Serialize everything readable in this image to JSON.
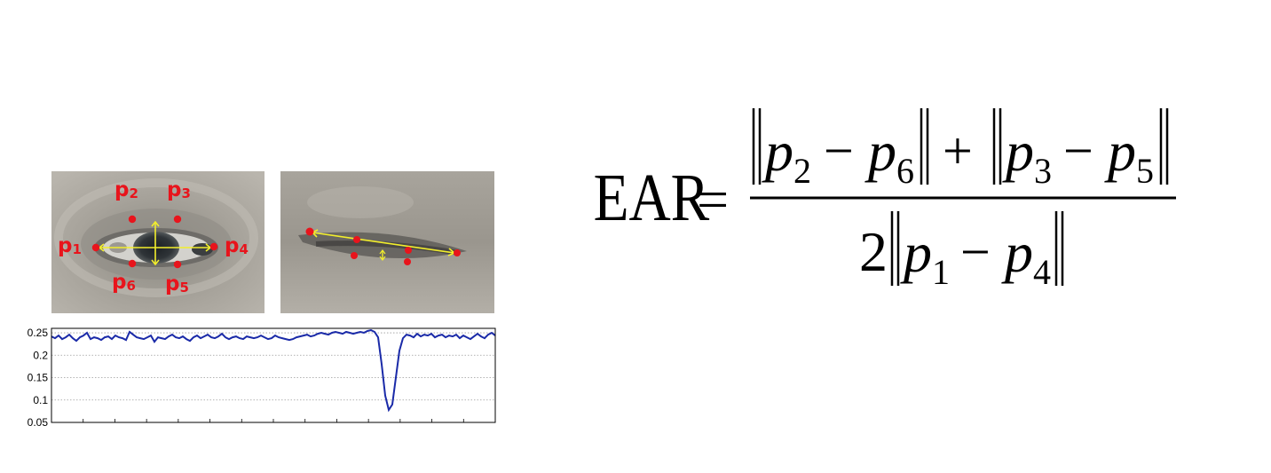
{
  "figure": {
    "eye_open": {
      "labels": [
        {
          "main": "p",
          "sub": "2"
        },
        {
          "main": "p",
          "sub": "3"
        },
        {
          "main": "p",
          "sub": "1"
        },
        {
          "main": "p",
          "sub": "4"
        },
        {
          "main": "p",
          "sub": "6"
        },
        {
          "main": "p",
          "sub": "5"
        }
      ]
    },
    "colors": {
      "landmark": "#e8141c",
      "measure_line": "#f2ee2c",
      "series": "#1a2aa8",
      "grid": "#9a9a9a"
    }
  },
  "chart_data": {
    "type": "line",
    "title": "",
    "xlabel": "",
    "ylabel": "",
    "ylim": [
      0.05,
      0.26
    ],
    "y_ticks": [
      "0.25",
      "0.2",
      "0.15",
      "0.1",
      "0.05"
    ],
    "grid": "horizontal dotted",
    "x_tick_count": 13,
    "series": [
      {
        "values": [
          0.242,
          0.238,
          0.244,
          0.236,
          0.24,
          0.246,
          0.238,
          0.232,
          0.24,
          0.244,
          0.25,
          0.236,
          0.24,
          0.238,
          0.234,
          0.24,
          0.242,
          0.236,
          0.244,
          0.24,
          0.238,
          0.234,
          0.252,
          0.246,
          0.24,
          0.238,
          0.236,
          0.24,
          0.244,
          0.23,
          0.24,
          0.238,
          0.236,
          0.242,
          0.246,
          0.24,
          0.238,
          0.242,
          0.236,
          0.232,
          0.24,
          0.244,
          0.238,
          0.242,
          0.246,
          0.24,
          0.238,
          0.242,
          0.248,
          0.24,
          0.236,
          0.24,
          0.242,
          0.238,
          0.236,
          0.242,
          0.24,
          0.238,
          0.24,
          0.244,
          0.24,
          0.236,
          0.238,
          0.244,
          0.24,
          0.238,
          0.236,
          0.234,
          0.236,
          0.24,
          0.242,
          0.244,
          0.246,
          0.242,
          0.244,
          0.248,
          0.25,
          0.248,
          0.246,
          0.25,
          0.252,
          0.25,
          0.248,
          0.252,
          0.25,
          0.248,
          0.25,
          0.252,
          0.25,
          0.254,
          0.256,
          0.252,
          0.24,
          0.18,
          0.11,
          0.078,
          0.09,
          0.15,
          0.21,
          0.238,
          0.246,
          0.244,
          0.24,
          0.248,
          0.242,
          0.246,
          0.244,
          0.248,
          0.24,
          0.244,
          0.246,
          0.24,
          0.244,
          0.242,
          0.246,
          0.238,
          0.244,
          0.24,
          0.236,
          0.242,
          0.248,
          0.242,
          0.238,
          0.246,
          0.25,
          0.244
        ]
      }
    ]
  },
  "formula": {
    "lhs": "EAR",
    "equals": "=",
    "numerator_terms": [
      {
        "a": "p",
        "a_sub": "2",
        "b": "p",
        "b_sub": "6"
      },
      {
        "a": "p",
        "a_sub": "3",
        "b": "p",
        "b_sub": "5"
      }
    ],
    "plus": "+",
    "minus": "−",
    "denominator_coef": "2",
    "denominator_term": {
      "a": "p",
      "a_sub": "1",
      "b": "p",
      "b_sub": "4"
    }
  }
}
